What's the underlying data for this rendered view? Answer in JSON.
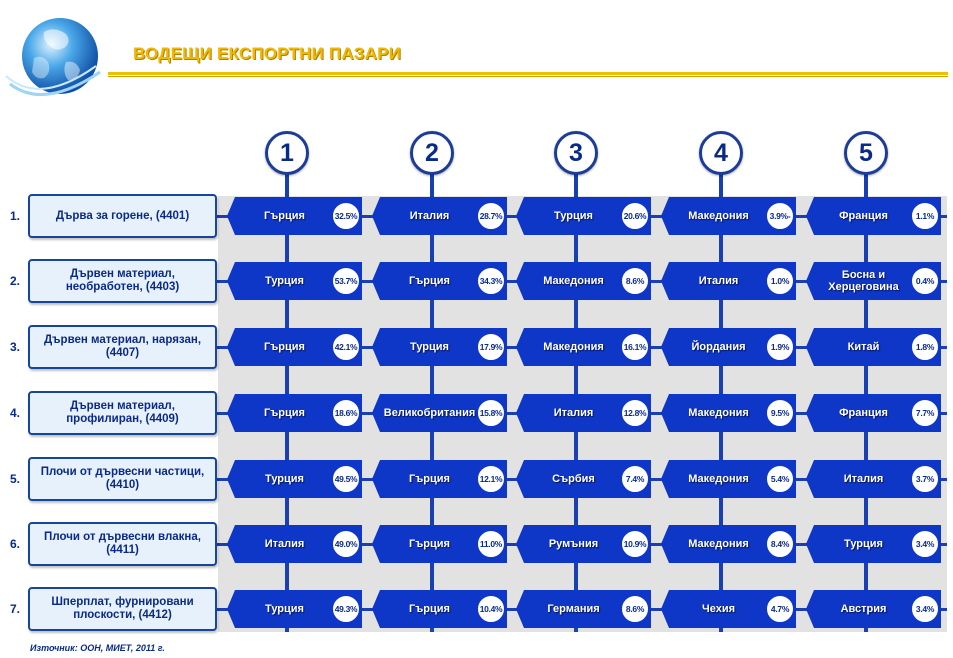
{
  "header": {
    "title": "ВОДЕЩИ ЕКСПОРТНИ ПАЗАРИ"
  },
  "columns": [
    "1",
    "2",
    "3",
    "4",
    "5"
  ],
  "rows": [
    {
      "num": "1.",
      "label": "Дърва за горене, (4401)",
      "cells": [
        {
          "country": "Гърция",
          "pct": "32.5%"
        },
        {
          "country": "Италия",
          "pct": "28.7%"
        },
        {
          "country": "Турция",
          "pct": "20.6%"
        },
        {
          "country": "Македония",
          "pct": "3.9%-"
        },
        {
          "country": "Франция",
          "pct": "1.1%"
        }
      ]
    },
    {
      "num": "2.",
      "label": "Дървен материал, необработен, (4403)",
      "cells": [
        {
          "country": "Турция",
          "pct": "53.7%"
        },
        {
          "country": "Гърция",
          "pct": "34.3%"
        },
        {
          "country": "Македония",
          "pct": "8.6%"
        },
        {
          "country": "Италия",
          "pct": "1.0%"
        },
        {
          "country": "Босна и Херцеговина",
          "pct": "0.4%"
        }
      ]
    },
    {
      "num": "3.",
      "label": "Дървен материал, нарязан, (4407)",
      "cells": [
        {
          "country": "Гърция",
          "pct": "42.1%"
        },
        {
          "country": "Турция",
          "pct": "17.9%"
        },
        {
          "country": "Македония",
          "pct": "16.1%"
        },
        {
          "country": "Йордания",
          "pct": "1.9%"
        },
        {
          "country": "Китай",
          "pct": "1.8%"
        }
      ]
    },
    {
      "num": "4.",
      "label": "Дървен материал, профилиран, (4409)",
      "cells": [
        {
          "country": "Гърция",
          "pct": "18.6%"
        },
        {
          "country": "Великобритания",
          "pct": "15.8%"
        },
        {
          "country": "Италия",
          "pct": "12.8%"
        },
        {
          "country": "Македония",
          "pct": "9.5%"
        },
        {
          "country": "Франция",
          "pct": "7.7%"
        }
      ]
    },
    {
      "num": "5.",
      "label": "Плочи от дървесни частици, (4410)",
      "cells": [
        {
          "country": "Турция",
          "pct": "49.5%"
        },
        {
          "country": "Гърция",
          "pct": "12.1%"
        },
        {
          "country": "Сърбия",
          "pct": "7.4%"
        },
        {
          "country": "Македония",
          "pct": "5.4%"
        },
        {
          "country": "Италия",
          "pct": "3.7%"
        }
      ]
    },
    {
      "num": "6.",
      "label": "Плочи от дървесни влакна, (4411)",
      "cells": [
        {
          "country": "Италия",
          "pct": "49.0%"
        },
        {
          "country": "Гърция",
          "pct": "11.0%"
        },
        {
          "country": "Румъния",
          "pct": "10.9%"
        },
        {
          "country": "Македония",
          "pct": "8.4%"
        },
        {
          "country": "Турция",
          "pct": "3.4%"
        }
      ]
    },
    {
      "num": "7.",
      "label": "Шперплат, фурнировани плоскости, (4412)",
      "cells": [
        {
          "country": "Турция",
          "pct": "49.3%"
        },
        {
          "country": "Гърция",
          "pct": "10.4%"
        },
        {
          "country": "Германия",
          "pct": "8.6%"
        },
        {
          "country": "Чехия",
          "pct": "4.7%"
        },
        {
          "country": "Австрия",
          "pct": "3.4%"
        }
      ]
    }
  ],
  "footer": {
    "source": "Източник: ООН, МИЕТ, 2011 г."
  },
  "colors": {
    "accent": "#f0b800",
    "primary": "#0e36c7",
    "grid": "#e2e2e2"
  }
}
